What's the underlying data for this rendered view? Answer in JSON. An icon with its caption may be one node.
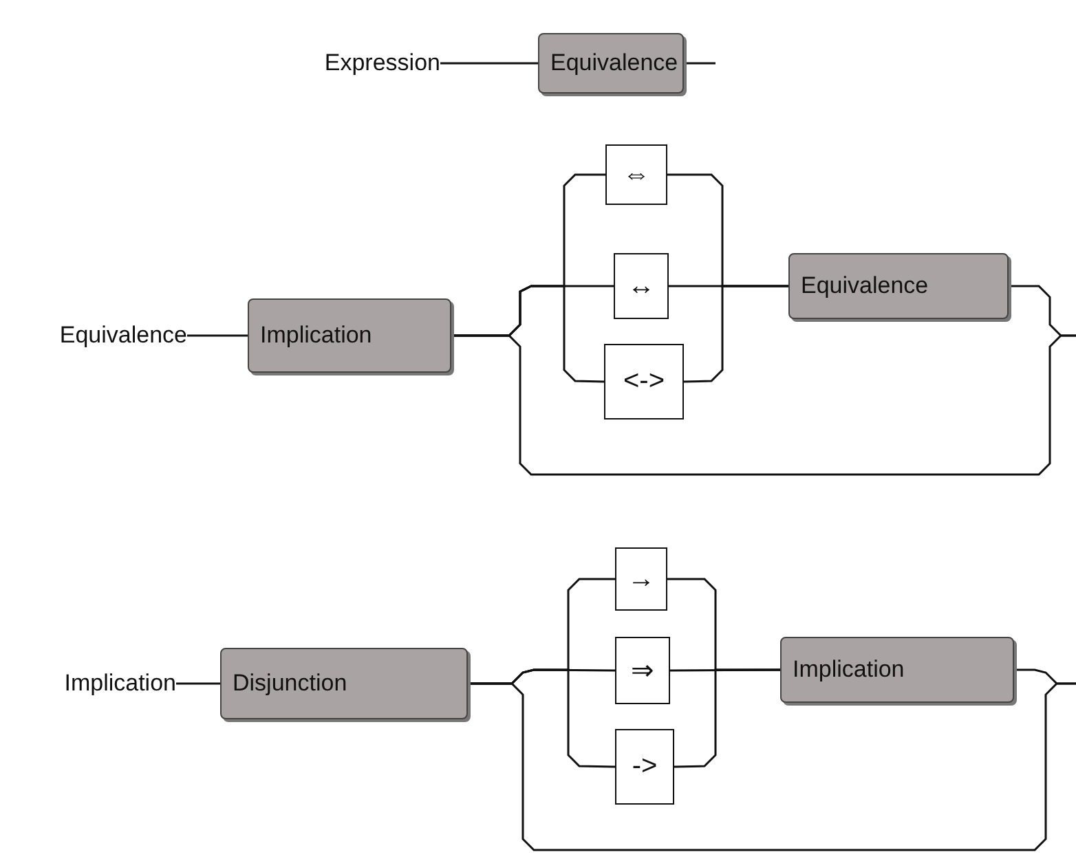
{
  "diagram": {
    "nodes": [
      {
        "text": [
          "Expression"
        ]
      },
      {
        "text": [
          "Equivalence"
        ]
      },
      {
        "text": [
          "Equivalence"
        ]
      },
      {
        "text": [
          "Implication"
        ]
      },
      {
        "text": [
          "⇔"
        ]
      },
      {
        "text": [
          "↔"
        ]
      },
      {
        "text": [
          "<->"
        ]
      },
      {
        "text": [
          "Equivalence"
        ]
      },
      {
        "text": [
          "Implication"
        ]
      },
      {
        "text": [
          "Disjunction"
        ]
      },
      {
        "text": [
          "→"
        ]
      },
      {
        "text": [
          "⇒"
        ]
      },
      {
        "text": [
          "->"
        ]
      },
      {
        "text": [
          "Implication"
        ]
      }
    ],
    "edges": [
      {
        "from": 0,
        "to": 1,
        "arrow": "none"
      },
      {
        "from": 1,
        "to": null,
        "arrow": "none"
      },
      {
        "from": 2,
        "to": 3,
        "arrow": "none"
      },
      {
        "from": 3,
        "to": 4,
        "arrow": "none"
      },
      {
        "from": 3,
        "to": 5,
        "arrow": "none"
      },
      {
        "from": 3,
        "to": 6,
        "arrow": "none"
      },
      {
        "from": 4,
        "to": 7,
        "arrow": "none"
      },
      {
        "from": 5,
        "to": 7,
        "arrow": "none"
      },
      {
        "from": 6,
        "to": 7,
        "arrow": "none"
      },
      {
        "from": 7,
        "to": null,
        "arrow": "none"
      },
      {
        "from": 3,
        "to": null,
        "arrow": "none"
      },
      {
        "from": 8,
        "to": 9,
        "arrow": "none"
      },
      {
        "from": 9,
        "to": 10,
        "arrow": "none"
      },
      {
        "from": 9,
        "to": 11,
        "arrow": "none"
      },
      {
        "from": 9,
        "to": 12,
        "arrow": "none"
      },
      {
        "from": 10,
        "to": 13,
        "arrow": "none"
      },
      {
        "from": 11,
        "to": 13,
        "arrow": "none"
      },
      {
        "from": 12,
        "to": 13,
        "arrow": "none"
      },
      {
        "from": 13,
        "to": null,
        "arrow": "none"
      },
      {
        "from": 9,
        "to": null,
        "arrow": "none"
      }
    ]
  }
}
